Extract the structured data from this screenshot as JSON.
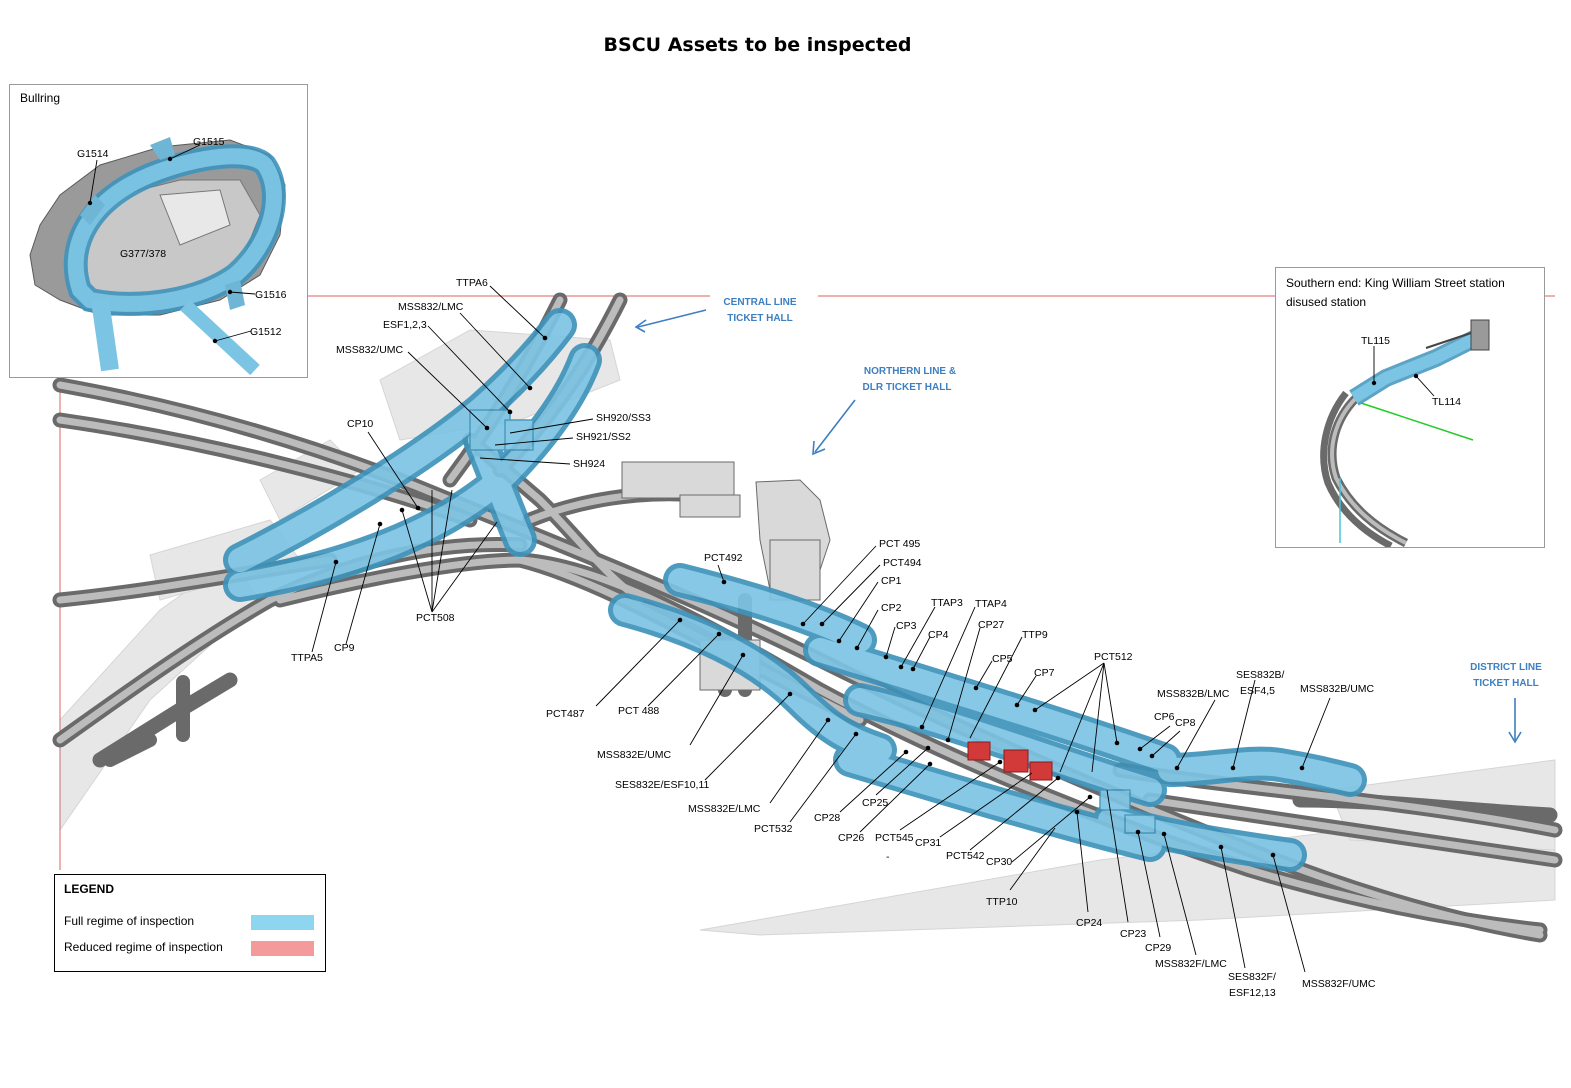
{
  "title": "BSCU Assets to be inspected",
  "colors": {
    "full": "#8ed6ef",
    "reduced": "#f59a9a",
    "asset_blue": "#6fb6d6",
    "asset_red": "#d23a3a",
    "tunnel": "#9b9b9b",
    "hall_text": "#3d7fc0",
    "boundary_red": "#e06060",
    "green_line": "#22cc22",
    "cyan_line": "#44c6d8"
  },
  "legend": {
    "title": "LEGEND",
    "items": [
      {
        "label": "Full regime of inspection",
        "color": "#8ed6ef"
      },
      {
        "label": "Reduced regime of inspection",
        "color": "#f59a9a"
      }
    ]
  },
  "bullring_inset": {
    "title": "Bullring",
    "labels": [
      "G1514",
      "G1515",
      "G377/378",
      "G1516",
      "G1512"
    ]
  },
  "southern_inset": {
    "title_line1": "Southern end: King William Street station",
    "title_line2": "disused station",
    "labels": [
      "TL115",
      "TL114"
    ]
  },
  "ticket_halls": {
    "central": [
      "CENTRAL LINE",
      "TICKET HALL"
    ],
    "northern": [
      "NORTHERN LINE &",
      "DLR TICKET HALL"
    ],
    "district": [
      "DISTRICT LINE",
      "TICKET HALL"
    ]
  },
  "labels": {
    "TTPA6": "TTPA6",
    "MSS832_LMC": "MSS832/LMC",
    "ESF123": "ESF1,2,3",
    "MSS832_UMC": "MSS832/UMC",
    "SH920": "SH920/SS3",
    "SH921": "SH921/SS2",
    "SH924": "SH924",
    "CP10": "CP10",
    "TTPA5": "TTPA5",
    "CP9": "CP9",
    "PCT508": "PCT508",
    "PCT492": "PCT492",
    "PCT495": "PCT 495",
    "PCT494": "PCT494",
    "CP1": "CP1",
    "CP2": "CP2",
    "CP3": "CP3",
    "TTAP3": "TTAP3",
    "TTAP4": "TTAP4",
    "CP4": "CP4",
    "CP27": "CP27",
    "TTP9": "TTP9",
    "CP5": "CP5",
    "CP7": "CP7",
    "PCT512": "PCT512",
    "SES832B": "SES832B/",
    "ESF45": "ESF4,5",
    "MSS832B_LMC": "MSS832B/LMC",
    "MSS832B_UMC": "MSS832B/UMC",
    "CP6": "CP6",
    "CP8": "CP8",
    "PCT487": "PCT487",
    "PCT488": "PCT 488",
    "MSS832E_UMC": "MSS832E/UMC",
    "SES832E": "SES832E/ESF10,11",
    "MSS832E_LMC": "MSS832E/LMC",
    "PCT532": "PCT532",
    "CP28": "CP28",
    "CP25": "CP25",
    "CP26": "CP26",
    "PCT545": "PCT545",
    "dash": "-",
    "CP31": "CP31",
    "PCT542": "PCT542",
    "CP30": "CP30",
    "TTP10": "TTP10",
    "CP24": "CP24",
    "CP23": "CP23",
    "CP29": "CP29",
    "MSS832F_LMC": "MSS832F/LMC",
    "SES832F": "SES832F/",
    "ESF1213": "ESF12,13",
    "MSS832F_UMC": "MSS832F/UMC"
  }
}
